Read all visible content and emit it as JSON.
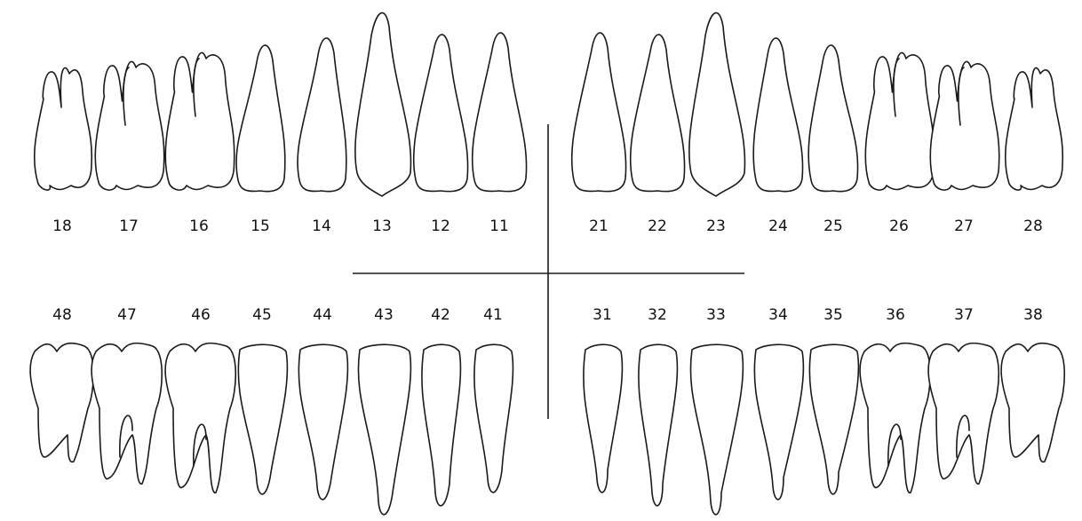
{
  "upper_right": [
    {
      "fdi": "18",
      "type": "molar3"
    },
    {
      "fdi": "17",
      "type": "molar"
    },
    {
      "fdi": "16",
      "type": "molar"
    },
    {
      "fdi": "15",
      "type": "premolar"
    },
    {
      "fdi": "14",
      "type": "premolar"
    },
    {
      "fdi": "13",
      "type": "canine"
    },
    {
      "fdi": "12",
      "type": "incisor"
    },
    {
      "fdi": "11",
      "type": "incisor"
    }
  ],
  "upper_left": [
    {
      "fdi": "21",
      "type": "incisor"
    },
    {
      "fdi": "22",
      "type": "incisor"
    },
    {
      "fdi": "23",
      "type": "canine"
    },
    {
      "fdi": "24",
      "type": "premolar"
    },
    {
      "fdi": "25",
      "type": "premolar"
    },
    {
      "fdi": "26",
      "type": "molar"
    },
    {
      "fdi": "27",
      "type": "molar"
    },
    {
      "fdi": "28",
      "type": "molar3"
    }
  ],
  "lower_right": [
    {
      "fdi": "48",
      "type": "molar3"
    },
    {
      "fdi": "47",
      "type": "molar"
    },
    {
      "fdi": "46",
      "type": "molar"
    },
    {
      "fdi": "45",
      "type": "premolar"
    },
    {
      "fdi": "44",
      "type": "premolar"
    },
    {
      "fdi": "43",
      "type": "canine"
    },
    {
      "fdi": "42",
      "type": "incisor"
    },
    {
      "fdi": "41",
      "type": "incisor"
    }
  ],
  "lower_left": [
    {
      "fdi": "31",
      "type": "incisor"
    },
    {
      "fdi": "32",
      "type": "incisor"
    },
    {
      "fdi": "33",
      "type": "canine"
    },
    {
      "fdi": "34",
      "type": "premolar"
    },
    {
      "fdi": "35",
      "type": "premolar"
    },
    {
      "fdi": "36",
      "type": "molar"
    },
    {
      "fdi": "37",
      "type": "molar"
    },
    {
      "fdi": "38",
      "type": "molar3"
    }
  ]
}
